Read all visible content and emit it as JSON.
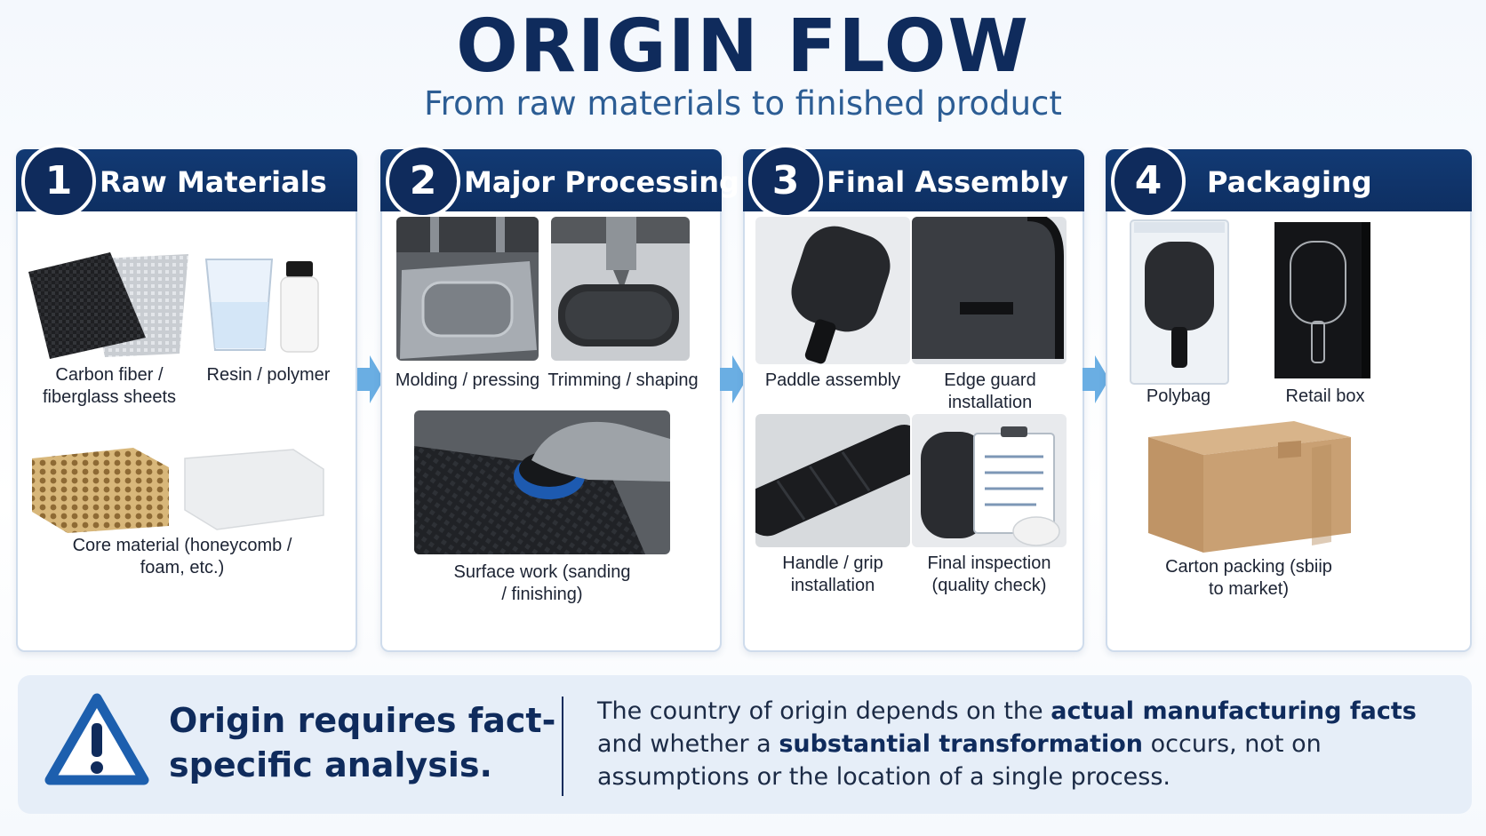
{
  "header": {
    "title": "ORIGIN FLOW",
    "subtitle": "From raw materials to finished product"
  },
  "stages": [
    {
      "number": "1",
      "title": "Raw Materials",
      "items": [
        {
          "caption": "Carbon fiber / fiberglass sheets",
          "icon": "fabric-sheets-icon"
        },
        {
          "caption": "Resin / polymer",
          "icon": "resin-bottle-icon"
        },
        {
          "caption": "Core material (honeycomb / foam, etc.)",
          "icon": "core-block-icon"
        }
      ]
    },
    {
      "number": "2",
      "title": "Major Processing",
      "items": [
        {
          "caption": "Molding / pressing",
          "icon": "mold-press-icon"
        },
        {
          "caption": "Trimming / shaping",
          "icon": "cnc-trim-icon"
        },
        {
          "caption": "Surface work (sanding / finishing)",
          "icon": "sanding-icon"
        }
      ]
    },
    {
      "number": "3",
      "title": "Final Assembly",
      "items": [
        {
          "caption": "Paddle assembly",
          "icon": "paddle-icon"
        },
        {
          "caption": "Edge guard installation",
          "icon": "edge-guard-icon"
        },
        {
          "caption": "Handle / grip installation",
          "icon": "grip-icon"
        },
        {
          "caption": "Final inspection (quality check)",
          "icon": "inspection-icon"
        }
      ]
    },
    {
      "number": "4",
      "title": "Packaging",
      "items": [
        {
          "caption": "Polybag",
          "icon": "polybag-icon"
        },
        {
          "caption": "Retail box",
          "icon": "retail-box-icon"
        },
        {
          "caption": "Carton packing (sbiip to market)",
          "icon": "carton-icon"
        }
      ]
    }
  ],
  "note": {
    "heading": "Origin requires fact-specific analysis.",
    "body_1": "The country of origin depends on the ",
    "body_bold_1": "actual manufacturing facts",
    "body_2": " and whether a ",
    "body_bold_2": "substantial transformation",
    "body_3": " occurs, not on assumptions or the location of a single process.",
    "icon": "warning-triangle-icon"
  },
  "colors": {
    "navy": "#0f2b5c",
    "accent_blue": "#2c5d94",
    "arrow": "#6aaee3",
    "note_bg": "#e6eef8"
  }
}
